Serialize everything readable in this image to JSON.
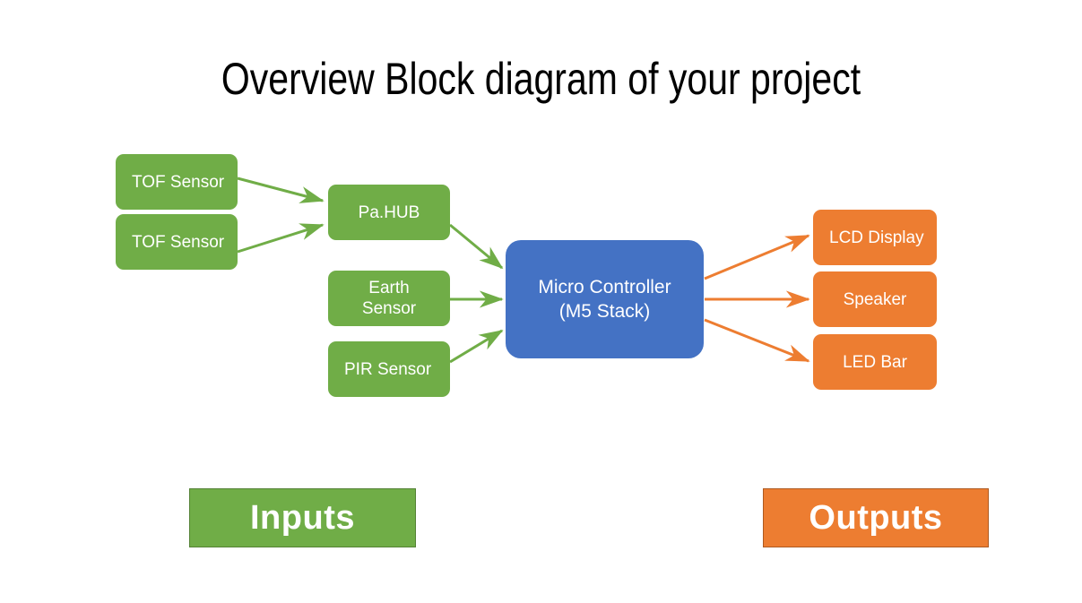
{
  "slide": {
    "title": "Overview Block diagram of your project",
    "background": "#ffffff"
  },
  "colors": {
    "input_green": "#70AD47",
    "controller_blue": "#4472C4",
    "output_orange": "#ED7D31",
    "text_on_block": "#ffffff",
    "title_text": "#000000"
  },
  "diagram": {
    "type": "block-diagram",
    "inputs": [
      {
        "id": "tof-1",
        "label": "TOF Sensor"
      },
      {
        "id": "tof-2",
        "label": "TOF Sensor"
      },
      {
        "id": "pahub",
        "label": "Pa.HUB"
      },
      {
        "id": "earth",
        "label": "Earth\nSensor"
      },
      {
        "id": "earth-line1",
        "label": "Earth"
      },
      {
        "id": "earth-line2",
        "label": "Sensor"
      },
      {
        "id": "pir",
        "label": "PIR Sensor"
      }
    ],
    "controller": {
      "line1": "Micro Controller",
      "line2": "(M5 Stack)"
    },
    "outputs": [
      {
        "id": "lcd",
        "label": "LCD Display"
      },
      {
        "id": "speaker",
        "label": "Speaker"
      },
      {
        "id": "ledbar",
        "label": "LED Bar"
      }
    ],
    "connections": [
      {
        "from": "tof-1",
        "to": "pahub",
        "color": "#70AD47"
      },
      {
        "from": "tof-2",
        "to": "pahub",
        "color": "#70AD47"
      },
      {
        "from": "pahub",
        "to": "controller",
        "color": "#70AD47"
      },
      {
        "from": "earth",
        "to": "controller",
        "color": "#70AD47"
      },
      {
        "from": "pir",
        "to": "controller",
        "color": "#70AD47"
      },
      {
        "from": "controller",
        "to": "lcd",
        "color": "#ED7D31"
      },
      {
        "from": "controller",
        "to": "speaker",
        "color": "#ED7D31"
      },
      {
        "from": "controller",
        "to": "ledbar",
        "color": "#ED7D31"
      }
    ]
  },
  "legend": {
    "inputs_label": "Inputs",
    "outputs_label": "Outputs"
  }
}
